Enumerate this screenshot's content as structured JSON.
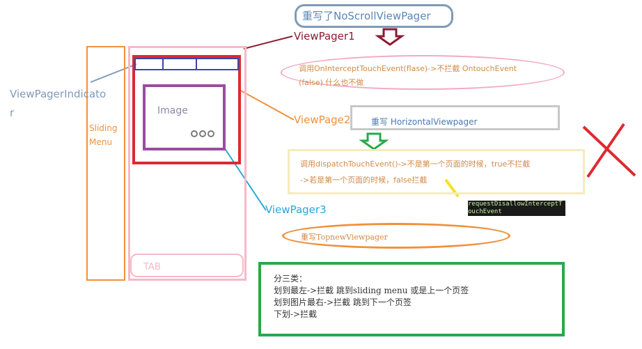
{
  "title": "重写了NoScrollViewPager",
  "labels": {
    "viewpager1": "ViewPager1",
    "viewpager_indicator": "ViewPagerIndicator",
    "viewpage2": "ViewPage2",
    "viewpager3": "ViewPager3",
    "sliding_menu": "Sliding Menu",
    "image": "Image",
    "tab": "TAB"
  },
  "intercept_note": "调用OnInterceptTouchEvent(flase)->不拦截  OntouchEvent (false) 什么也不做",
  "horizontal_note": "重写 HorizontalViewpager",
  "dispatch_note": {
    "line1": "调用dispatchTouchEvent()->不是第一个页面的时候，true不拦截",
    "line2": "->若是第一个页面的时候，false拦截"
  },
  "request_note": "requestDisallowInterceptTouchEvent",
  "topnew_note": "重写TopnewViewpager",
  "categories": {
    "heading": "分三类：",
    "items": [
      "划到最左->拦截 跳到sliding menu 或是上一个页签",
      "划到图片最右->拦截 跳到下一个页签",
      "下划->拦截"
    ]
  },
  "colors": {
    "red": "#dd2a30",
    "orange": "#f0913c",
    "pink": "#f6b9c8",
    "purple": "#9a4da0",
    "navy": "#3d44a8",
    "green": "#2aa84a",
    "cyan": "#2aa6d8",
    "steel": "#7f9ab8"
  }
}
